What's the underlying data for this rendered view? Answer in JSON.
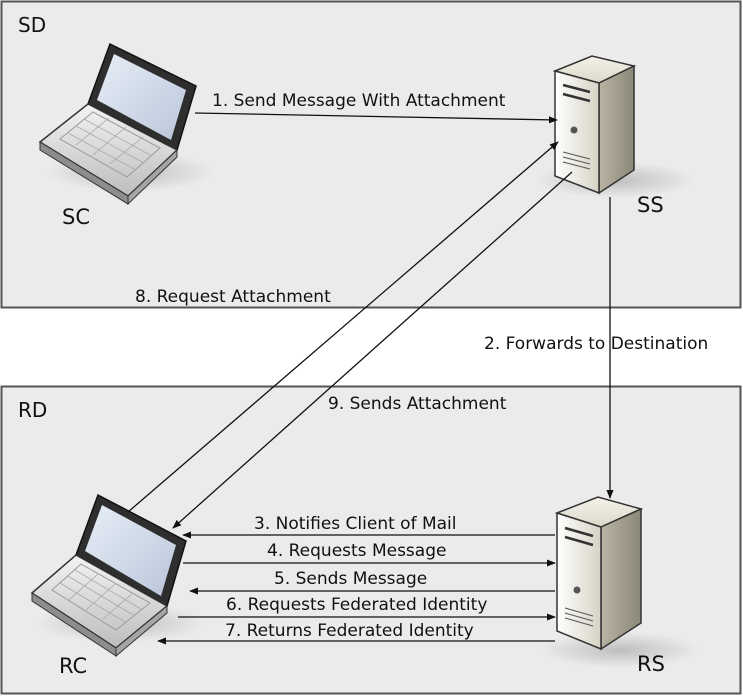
{
  "domains": {
    "sender": "SD",
    "receiver": "RD"
  },
  "nodes": {
    "sender_client": "SC",
    "sender_server": "SS",
    "receiver_client": "RC",
    "receiver_server": "RS"
  },
  "messages": {
    "m1": "1. Send Message With Attachment",
    "m2": "2. Forwards to Destination",
    "m3": "3. Notifies Client of Mail",
    "m4": "4. Requests Message",
    "m5": "5. Sends Message",
    "m6": "6. Requests Federated Identity",
    "m7": "7. Returns Federated Identity",
    "m8": "8. Request Attachment",
    "m9": "9. Sends Attachment"
  },
  "colors": {
    "domain_fill": "#ebebeb",
    "domain_border": "#555555",
    "arrow": "#111111"
  }
}
